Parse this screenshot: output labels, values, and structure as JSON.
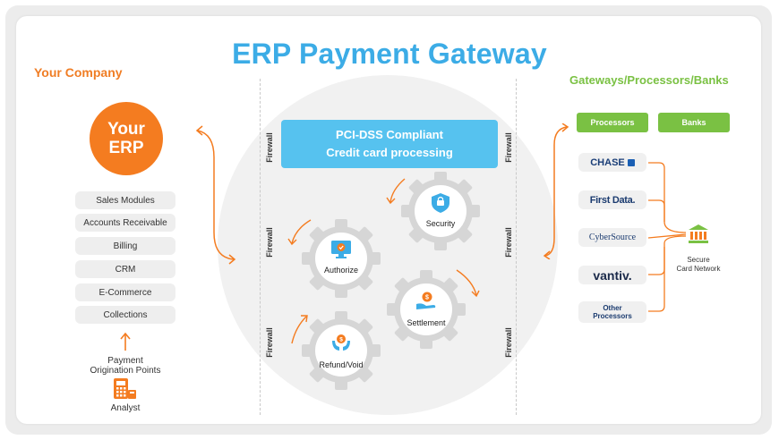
{
  "title": "ERP Payment Gateway",
  "left": {
    "heading": "Your Company",
    "erp": {
      "line1": "Your",
      "line2": "ERP"
    },
    "modules": [
      "Sales Modules",
      "Accounts Receivable",
      "Billing",
      "CRM",
      "E-Commerce",
      "Collections"
    ],
    "origination": {
      "line1": "Payment",
      "line2": "Origination Points"
    },
    "analyst": "Analyst"
  },
  "center": {
    "pci": {
      "line1": "PCI-DSS Compliant",
      "line2": "Credit card processing"
    },
    "firewall": "Firewall",
    "gears": {
      "security": "Security",
      "authorize": "Authorize",
      "settlement": "Settlement",
      "refund": "Refund/Void"
    }
  },
  "right": {
    "heading": "Gateways/Processors/Banks",
    "processors_label": "Processors",
    "banks_label": "Banks",
    "processors": [
      "CHASE",
      "First Data.",
      "CyberSource",
      "vantiv."
    ],
    "other": {
      "line1": "Other",
      "line2": "Processors"
    },
    "network": {
      "line1": "Secure",
      "line2": "Card Network"
    }
  },
  "colors": {
    "blue": "#3cace6",
    "orange": "#f47c20",
    "green": "#7ac143",
    "pci": "#56c2ef",
    "gear": "#d6d6d6"
  }
}
